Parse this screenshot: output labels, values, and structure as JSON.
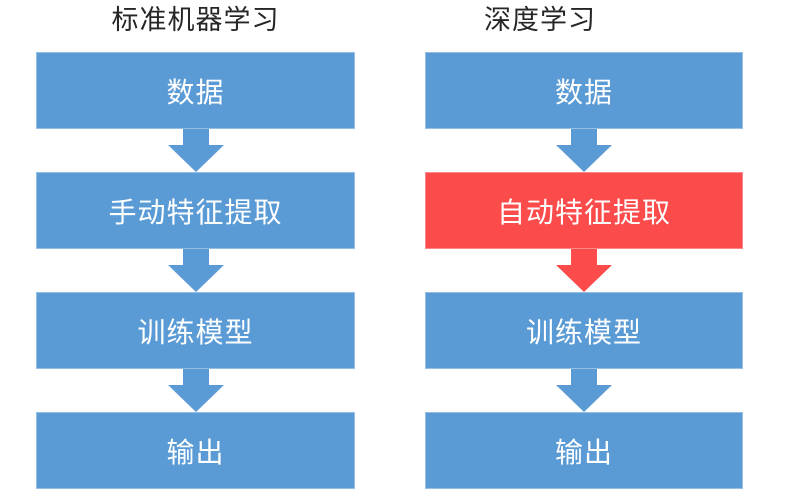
{
  "diagram": {
    "type": "comparison-flowchart",
    "columns": [
      {
        "title": "标准机器学习",
        "steps": [
          {
            "label": "数据",
            "fill": "blue"
          },
          {
            "label": "手动特征提取",
            "fill": "blue"
          },
          {
            "label": "训练模型",
            "fill": "blue"
          },
          {
            "label": "输出",
            "fill": "blue"
          }
        ],
        "arrows": [
          {
            "direction": "down",
            "color": "blue"
          },
          {
            "direction": "down",
            "color": "blue"
          },
          {
            "direction": "down",
            "color": "blue"
          }
        ]
      },
      {
        "title": "深度学习",
        "steps": [
          {
            "label": "数据",
            "fill": "blue"
          },
          {
            "label": "自动特征提取",
            "fill": "red"
          },
          {
            "label": "训练模型",
            "fill": "blue"
          },
          {
            "label": "输出",
            "fill": "blue"
          }
        ],
        "arrows": [
          {
            "direction": "down",
            "color": "blue"
          },
          {
            "direction": "down",
            "color": "red"
          },
          {
            "direction": "down",
            "color": "blue"
          }
        ]
      }
    ],
    "colors": {
      "box_blue": "#5B9BD5",
      "box_red": "#FB4B4B",
      "box_text": "#FFFFFF",
      "title_text": "#262626",
      "background": "#FFFFFF"
    }
  }
}
